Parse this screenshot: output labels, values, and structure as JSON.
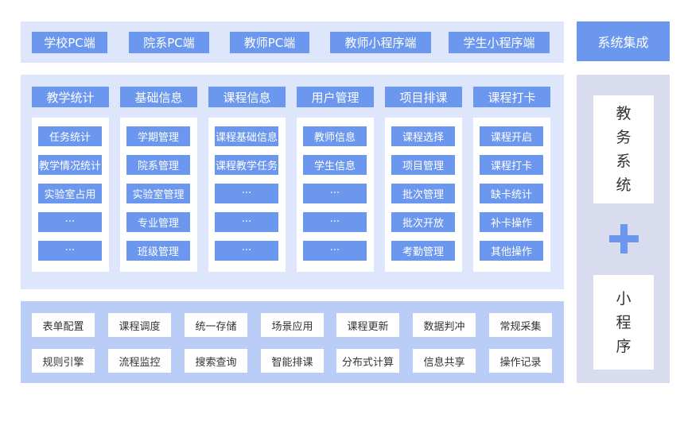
{
  "top_platforms": [
    "学校PC端",
    "院系PC端",
    "教师PC端",
    "教师小程序端",
    "学生小程序端"
  ],
  "integration_label": "系统集成",
  "modules": [
    {
      "title": "教学统计",
      "items": [
        "任务统计",
        "教学情况统计",
        "实验室占用",
        "···",
        "···"
      ]
    },
    {
      "title": "基础信息",
      "items": [
        "学期管理",
        "院系管理",
        "实验室管理",
        "专业管理",
        "班级管理"
      ]
    },
    {
      "title": "课程信息",
      "items": [
        "课程基础信息",
        "课程教学任务",
        "···",
        "···",
        "···"
      ]
    },
    {
      "title": "用户管理",
      "items": [
        "教师信息",
        "学生信息",
        "···",
        "···",
        "···"
      ]
    },
    {
      "title": "项目排课",
      "items": [
        "课程选择",
        "项目管理",
        "批次管理",
        "批次开放",
        "考勤管理"
      ]
    },
    {
      "title": "课程打卡",
      "items": [
        "课程开启",
        "课程打卡",
        "缺卡统计",
        "补卡操作",
        "其他操作"
      ]
    }
  ],
  "capabilities_row1": [
    "表单配置",
    "课程调度",
    "统一存储",
    "场景应用",
    "课程更新",
    "数据判冲",
    "常规采集"
  ],
  "capabilities_row2": [
    "规则引擎",
    "流程监控",
    "搜索查询",
    "智能排课",
    "分布式计算",
    "信息共享",
    "操作记录"
  ],
  "side": {
    "top_chars": [
      "教",
      "务",
      "系",
      "统"
    ],
    "plus": "+",
    "bottom_chars": [
      "小",
      "程",
      "序"
    ]
  },
  "colors": {
    "accent": "#6b97ee",
    "panel": "#dde6fb",
    "panel_bottom": "#b9cdf6",
    "side_panel": "#d9dbee"
  }
}
